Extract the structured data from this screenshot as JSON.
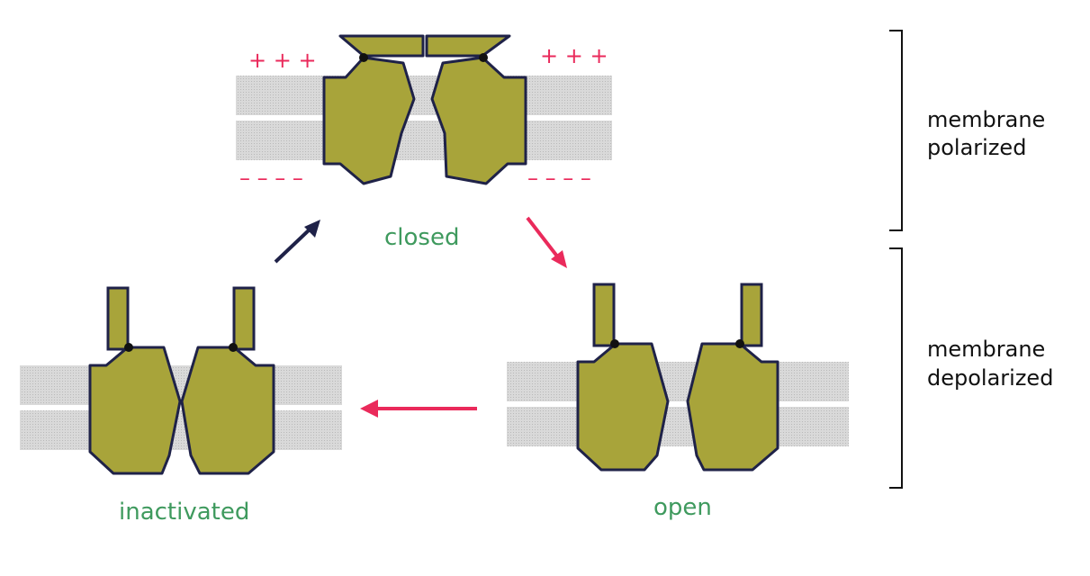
{
  "colors": {
    "protein": "#a8a43a",
    "outline": "#1f2248",
    "membrane": "#d6d6d6",
    "pink": "#ea2a5b",
    "green": "#3f9a5e",
    "text": "#111111"
  },
  "states": {
    "closed": "closed",
    "open": "open",
    "inactivated": "inactivated"
  },
  "charges": {
    "positive_left": "+ + +",
    "positive_right": "+ + +",
    "negative_left": "– – – –",
    "negative_right": "– – – –"
  },
  "side_labels": {
    "polarized_line1": "membrane",
    "polarized_line2": "polarized",
    "depolarized_line1": "membrane",
    "depolarized_line2": "depolarized"
  }
}
